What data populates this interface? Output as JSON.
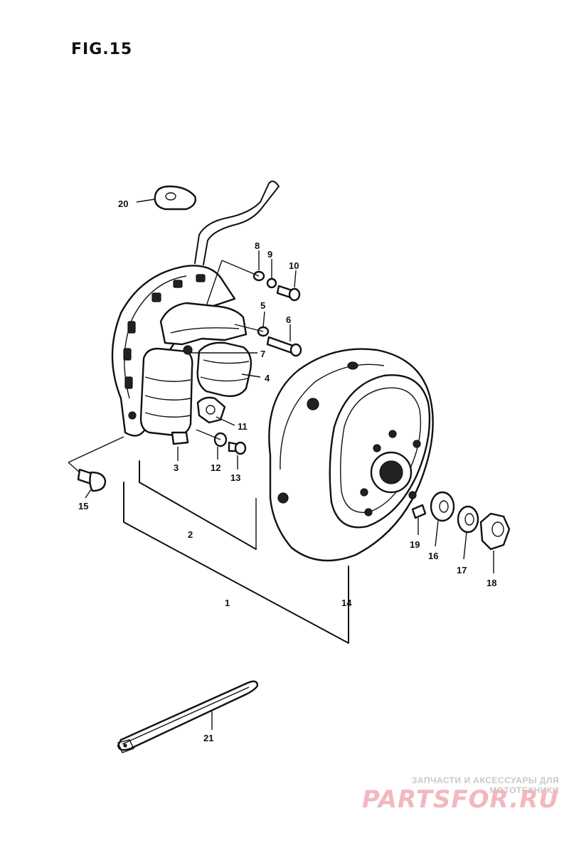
{
  "figure": {
    "title": "FIG.15"
  },
  "callouts": [
    "20",
    "8",
    "9",
    "10",
    "5",
    "6",
    "7",
    "4",
    "11",
    "3",
    "12",
    "13",
    "15",
    "2",
    "1",
    "14",
    "19",
    "16",
    "17",
    "18",
    "21"
  ],
  "watermark": {
    "caption": "ЗАПЧАСТИ И АКСЕССУАРЫ ДЛЯ МОТОТЕХНИКИ",
    "logo": "PARTSFOR.RU"
  }
}
